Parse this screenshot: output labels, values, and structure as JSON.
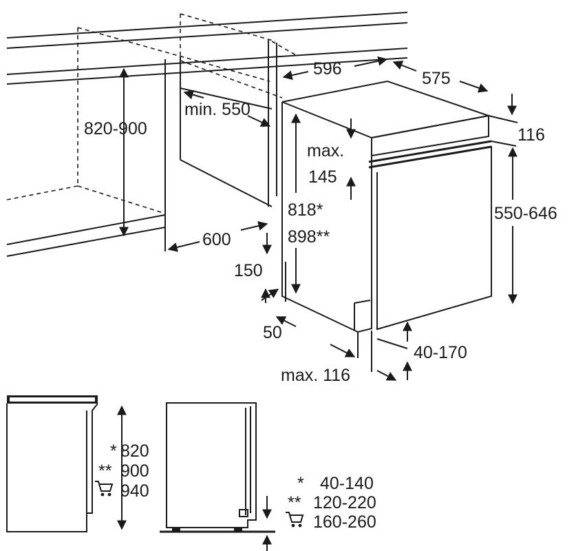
{
  "top_diagram": {
    "labels": {
      "counter_height": "820-900",
      "min_depth": "min. 550",
      "niche_width": "600",
      "width": "596",
      "depth": "575",
      "top_116": "116",
      "max_label": "max.",
      "max_145": "145",
      "height_a": "818*",
      "height_b": "898**",
      "door_height": "550-646",
      "plinth_150": "150",
      "plinth_50": "50",
      "door_gap": "40-170",
      "max_116": "max. 116"
    }
  },
  "bottom_diagram": {
    "heights": [
      {
        "marker": "*",
        "value": "820"
      },
      {
        "marker": "**",
        "value": "900"
      },
      {
        "marker": "cart-icon",
        "value": "940"
      }
    ],
    "ranges": [
      {
        "marker": "*",
        "value": "40-140"
      },
      {
        "marker": "**",
        "value": "120-220"
      },
      {
        "marker": "cart-icon",
        "value": "160-260"
      }
    ]
  }
}
